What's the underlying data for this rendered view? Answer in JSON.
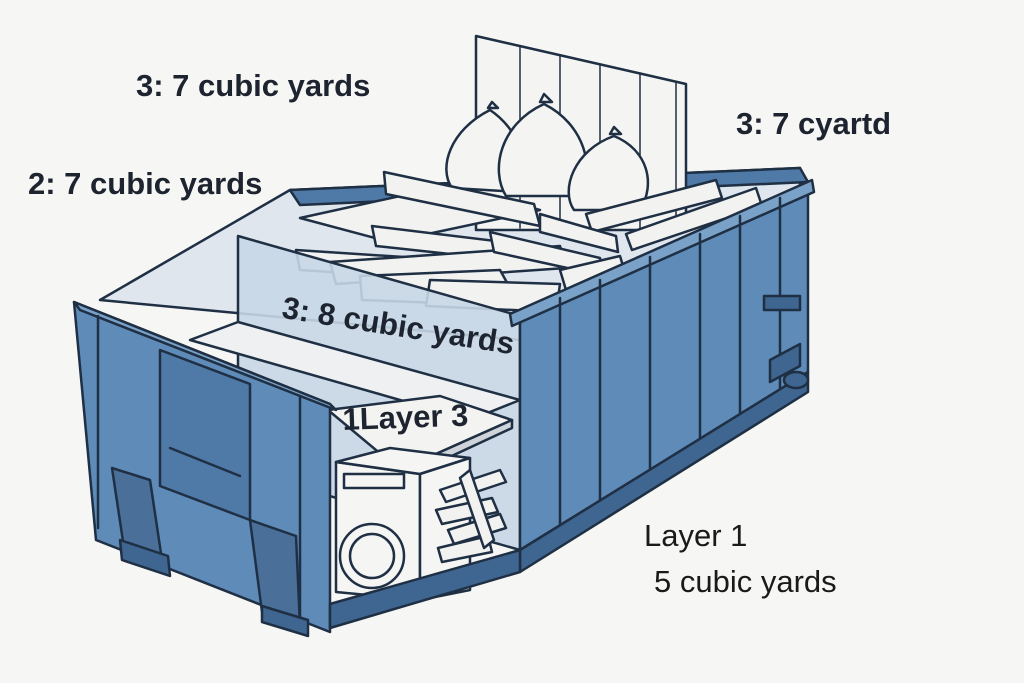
{
  "labels": {
    "top_left": "3: 7 cubic yards",
    "middle_left": "2: 7 cubic yards",
    "top_right": "3: 7 cyartd",
    "divider": "3: 8 cubic yards",
    "lower_layer": "1Layer 3",
    "layer1_title": "Layer 1",
    "layer1_volume": "5 cubic yards"
  },
  "colors": {
    "dumpster_blue": "#5f8bb8",
    "dumpster_blue_dark": "#3f6690",
    "outline": "#1f2f44",
    "background": "#f6f6f4"
  }
}
